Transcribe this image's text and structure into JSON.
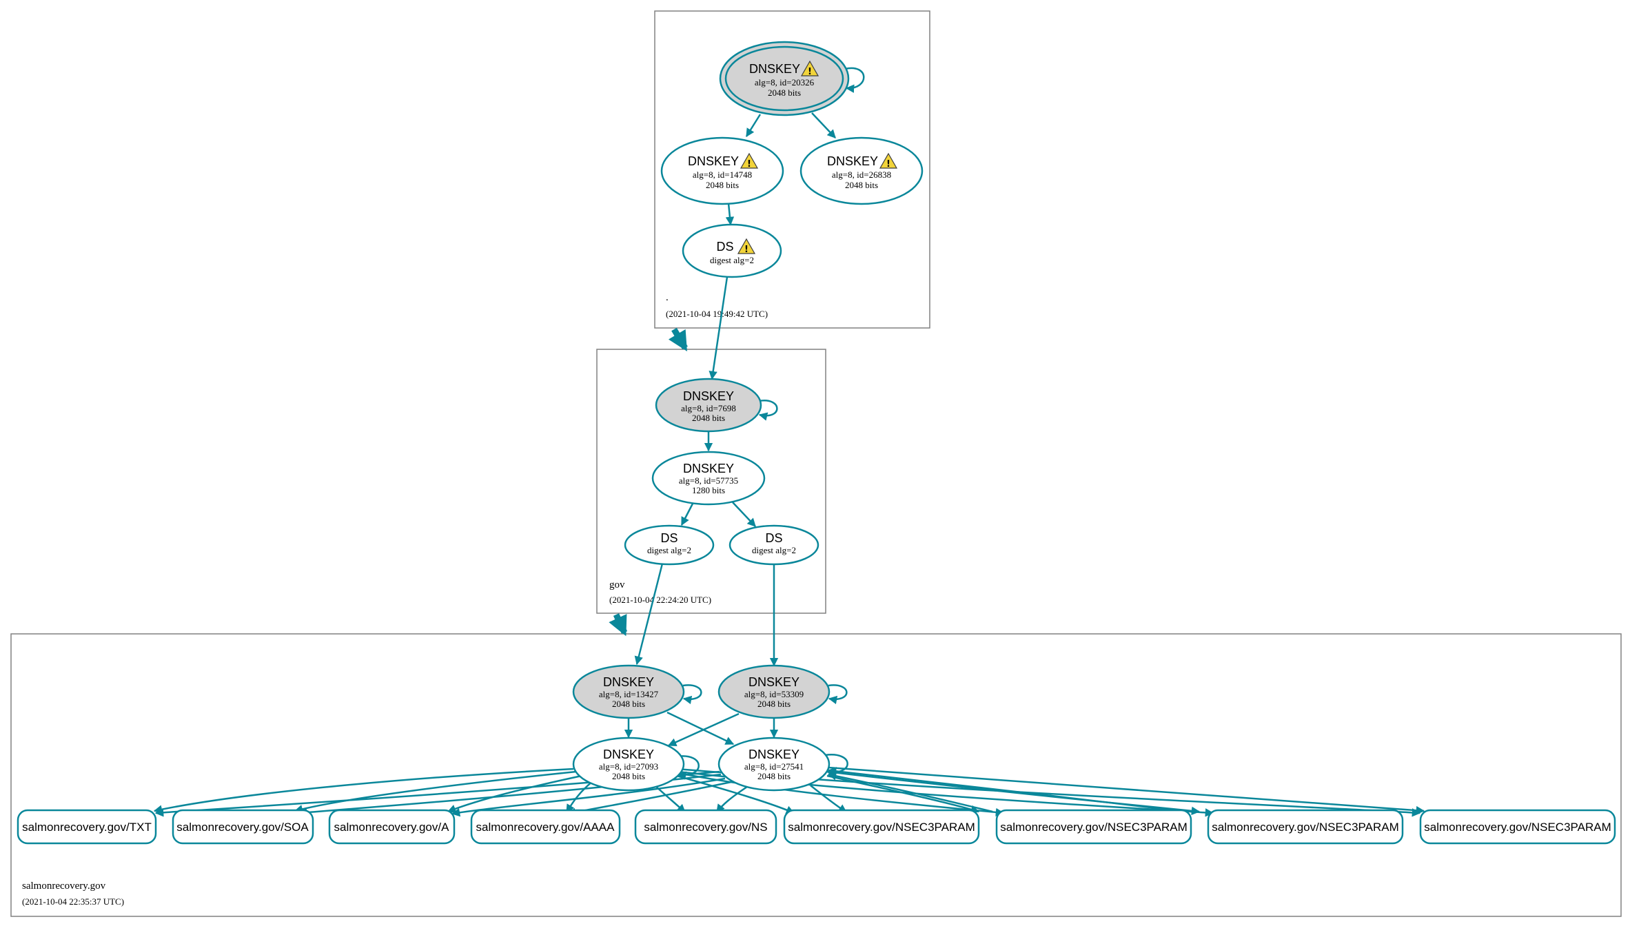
{
  "colors": {
    "edge": "#0a879a",
    "ksk_fill": "#d3d3d3",
    "zone_border": "#808080",
    "warning": "#f2d43a"
  },
  "zones": {
    "root": {
      "name": ".",
      "timestamp": "(2021-10-04 19:49:42 UTC)"
    },
    "gov": {
      "name": "gov",
      "timestamp": "(2021-10-04 22:24:20 UTC)"
    },
    "salmon": {
      "name": "salmonrecovery.gov",
      "timestamp": "(2021-10-04 22:35:37 UTC)"
    }
  },
  "nodes": {
    "root_ksk": {
      "type": "DNSKEY",
      "line1": "alg=8, id=20326",
      "line2": "2048 bits",
      "warning_icon": "warning-icon"
    },
    "root_zsk1": {
      "type": "DNSKEY",
      "line1": "alg=8, id=14748",
      "line2": "2048 bits",
      "warning_icon": "warning-icon"
    },
    "root_zsk2": {
      "type": "DNSKEY",
      "line1": "alg=8, id=26838",
      "line2": "2048 bits",
      "warning_icon": "warning-icon"
    },
    "root_ds": {
      "type": "DS",
      "line1": "digest alg=2",
      "warning_icon": "warning-icon"
    },
    "gov_ksk": {
      "type": "DNSKEY",
      "line1": "alg=8, id=7698",
      "line2": "2048 bits"
    },
    "gov_zsk": {
      "type": "DNSKEY",
      "line1": "alg=8, id=57735",
      "line2": "1280 bits"
    },
    "gov_ds1": {
      "type": "DS",
      "line1": "digest alg=2"
    },
    "gov_ds2": {
      "type": "DS",
      "line1": "digest alg=2"
    },
    "sal_ksk1": {
      "type": "DNSKEY",
      "line1": "alg=8, id=13427",
      "line2": "2048 bits"
    },
    "sal_ksk2": {
      "type": "DNSKEY",
      "line1": "alg=8, id=53309",
      "line2": "2048 bits"
    },
    "sal_zsk1": {
      "type": "DNSKEY",
      "line1": "alg=8, id=27093",
      "line2": "2048 bits"
    },
    "sal_zsk2": {
      "type": "DNSKEY",
      "line1": "alg=8, id=27541",
      "line2": "2048 bits"
    }
  },
  "rrsets": [
    "salmonrecovery.gov/TXT",
    "salmonrecovery.gov/SOA",
    "salmonrecovery.gov/A",
    "salmonrecovery.gov/AAAA",
    "salmonrecovery.gov/NS",
    "salmonrecovery.gov/NSEC3PARAM",
    "salmonrecovery.gov/NSEC3PARAM",
    "salmonrecovery.gov/NSEC3PARAM",
    "salmonrecovery.gov/NSEC3PARAM"
  ]
}
